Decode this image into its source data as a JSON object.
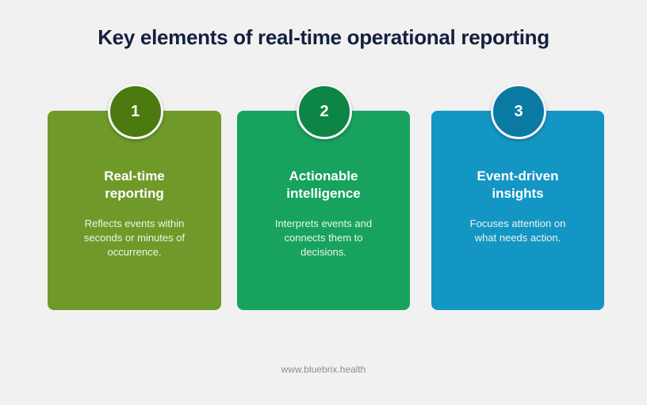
{
  "title": "Key elements of real-time operational reporting",
  "cards": [
    {
      "number": "1",
      "title_line1": "Real-time",
      "title_line2": "reporting",
      "description": "Reflects events within seconds or minutes of occurrence.",
      "color": "#6f9a2a",
      "circle_color": "#4a7a10"
    },
    {
      "number": "2",
      "title_line1": "Actionable",
      "title_line2": "intelligence",
      "description": "Interprets events and connects them to decisions.",
      "color": "#17a35e",
      "circle_color": "#0c8545"
    },
    {
      "number": "3",
      "title_line1": "Event-driven",
      "title_line2": "insights",
      "description": "Focuses attention on what needs action.",
      "color": "#1496c4",
      "circle_color": "#0b7aa3"
    }
  ],
  "footer": "www.bluebrix.health"
}
